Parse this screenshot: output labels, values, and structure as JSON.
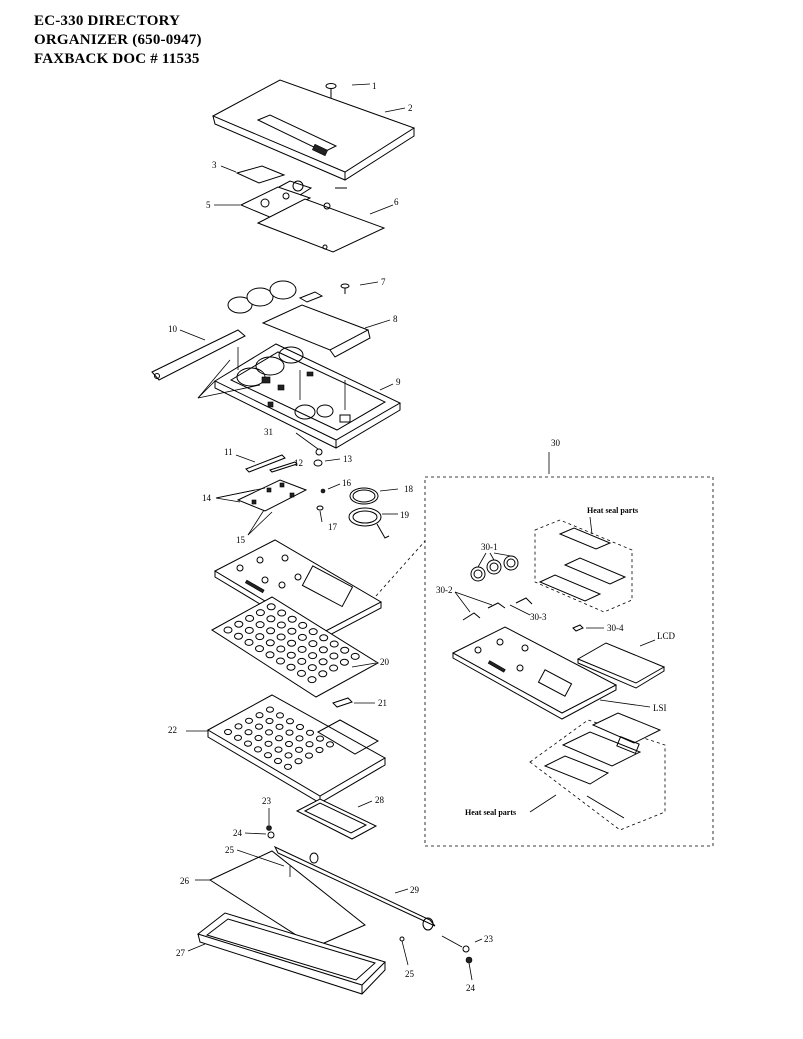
{
  "header": {
    "line1": "EC-330 DIRECTORY",
    "line2": "ORGANIZER  (650-0947)",
    "line3": "FAXBACK DOC # 11535"
  },
  "callouts": {
    "c1": "1",
    "c2": "2",
    "c3": "3",
    "c5": "5",
    "c6": "6",
    "c7": "7",
    "c8": "8",
    "c9": "9",
    "c10": "10",
    "c11": "11",
    "c12": "12",
    "c13": "13",
    "c14": "14",
    "c15": "15",
    "c16": "16",
    "c17": "17",
    "c18": "18",
    "c19": "19",
    "c20": "20",
    "c21": "21",
    "c22": "22",
    "c23a": "23",
    "c24a": "24",
    "c25a": "25",
    "c26": "26",
    "c27": "27",
    "c28": "28",
    "c29": "29",
    "c23b": "23",
    "c24b": "24",
    "c25b": "25",
    "c30": "30",
    "c31": "31",
    "c30_1": "30-1",
    "c30_2": "30-2",
    "c30_3": "30-3",
    "c30_4": "30-4",
    "lcd": "LCD",
    "lsi": "LSI",
    "heat_seal_top": "Heat seal parts",
    "heat_seal_bottom": "Heat seal parts"
  }
}
